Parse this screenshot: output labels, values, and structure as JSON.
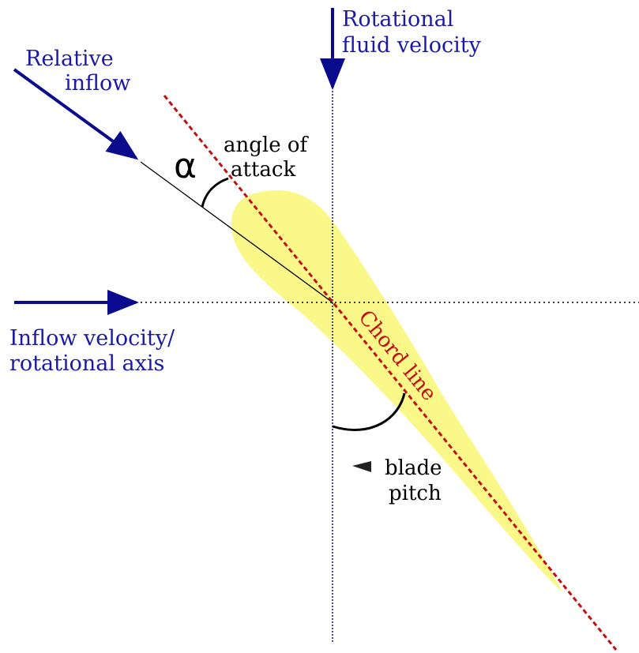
{
  "labels": {
    "relative_inflow": [
      "Relative",
      "inflow"
    ],
    "rotational_fluid_velocity": [
      "Rotational",
      "fluid velocity"
    ],
    "angle_of_attack": [
      "angle of",
      "attack"
    ],
    "alpha_symbol": "α",
    "inflow_velocity": [
      "Inflow velocity/",
      "rotational axis"
    ],
    "chord_line": "Chord line",
    "blade_pitch": [
      "blade",
      "pitch"
    ]
  },
  "colors": {
    "arrow_blue": "#0a0a8c",
    "label_blue": "#1a1aa6",
    "chord_red": "#c01010",
    "blade_fill": "#fbf88a",
    "line_black": "#000000"
  }
}
